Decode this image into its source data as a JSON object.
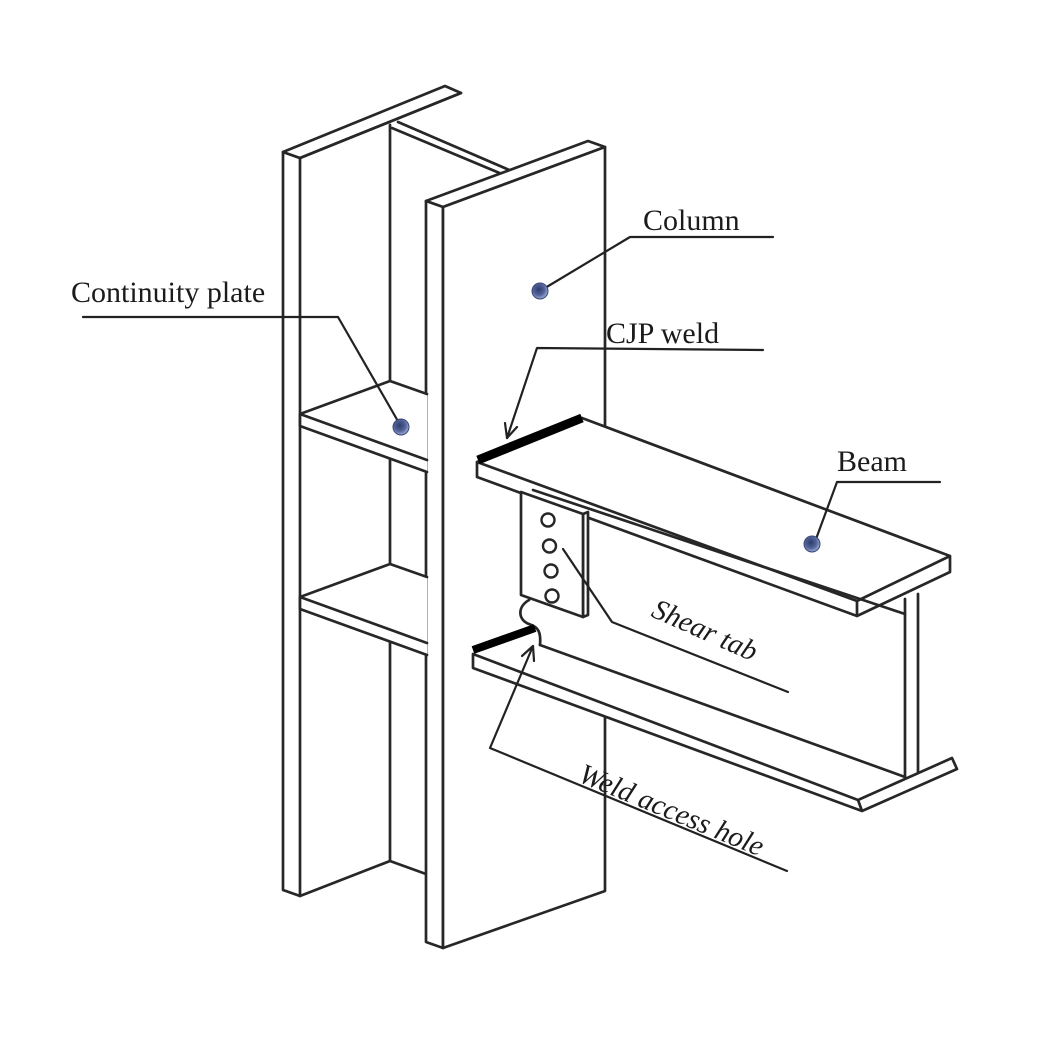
{
  "diagram": {
    "type": "isometric line drawing",
    "subject": "welded steel beam-to-column moment connection",
    "background_color": "#ffffff",
    "line_color": "#272727",
    "weld_color": "#000000",
    "label_color": "#1b1b1b",
    "marker_colors": {
      "core": "#2e3c6b",
      "mid": "#52639a",
      "rim": "#aab8dc"
    },
    "labels": {
      "continuity_plate": "Continuity plate",
      "column": "Column",
      "cjp_weld": "CJP weld",
      "beam": "Beam",
      "shear_tab": "Shear tab",
      "weld_access_hole": "Weld access hole"
    }
  }
}
